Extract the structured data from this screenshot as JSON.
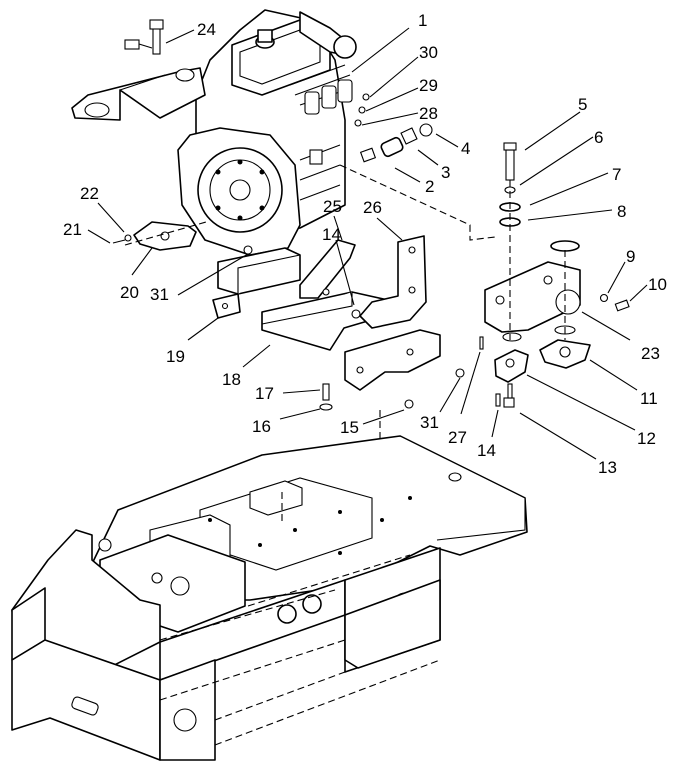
{
  "diagram": {
    "callouts": [
      {
        "id": "1",
        "label": "1"
      },
      {
        "id": "2",
        "label": "2"
      },
      {
        "id": "3",
        "label": "3"
      },
      {
        "id": "4",
        "label": "4"
      },
      {
        "id": "5",
        "label": "5"
      },
      {
        "id": "6",
        "label": "6"
      },
      {
        "id": "7",
        "label": "7"
      },
      {
        "id": "8",
        "label": "8"
      },
      {
        "id": "9",
        "label": "9"
      },
      {
        "id": "10",
        "label": "10"
      },
      {
        "id": "11",
        "label": "11"
      },
      {
        "id": "12",
        "label": "12"
      },
      {
        "id": "13",
        "label": "13"
      },
      {
        "id": "14a",
        "label": "14"
      },
      {
        "id": "14b",
        "label": "14"
      },
      {
        "id": "15",
        "label": "15"
      },
      {
        "id": "16",
        "label": "16"
      },
      {
        "id": "17",
        "label": "17"
      },
      {
        "id": "18",
        "label": "18"
      },
      {
        "id": "19",
        "label": "19"
      },
      {
        "id": "20",
        "label": "20"
      },
      {
        "id": "21",
        "label": "21"
      },
      {
        "id": "22",
        "label": "22"
      },
      {
        "id": "23",
        "label": "23"
      },
      {
        "id": "24",
        "label": "24"
      },
      {
        "id": "25",
        "label": "25"
      },
      {
        "id": "26",
        "label": "26"
      },
      {
        "id": "27",
        "label": "27"
      },
      {
        "id": "28",
        "label": "28"
      },
      {
        "id": "29",
        "label": "29"
      },
      {
        "id": "30",
        "label": "30"
      },
      {
        "id": "31a",
        "label": "31"
      },
      {
        "id": "31b",
        "label": "31"
      }
    ]
  }
}
